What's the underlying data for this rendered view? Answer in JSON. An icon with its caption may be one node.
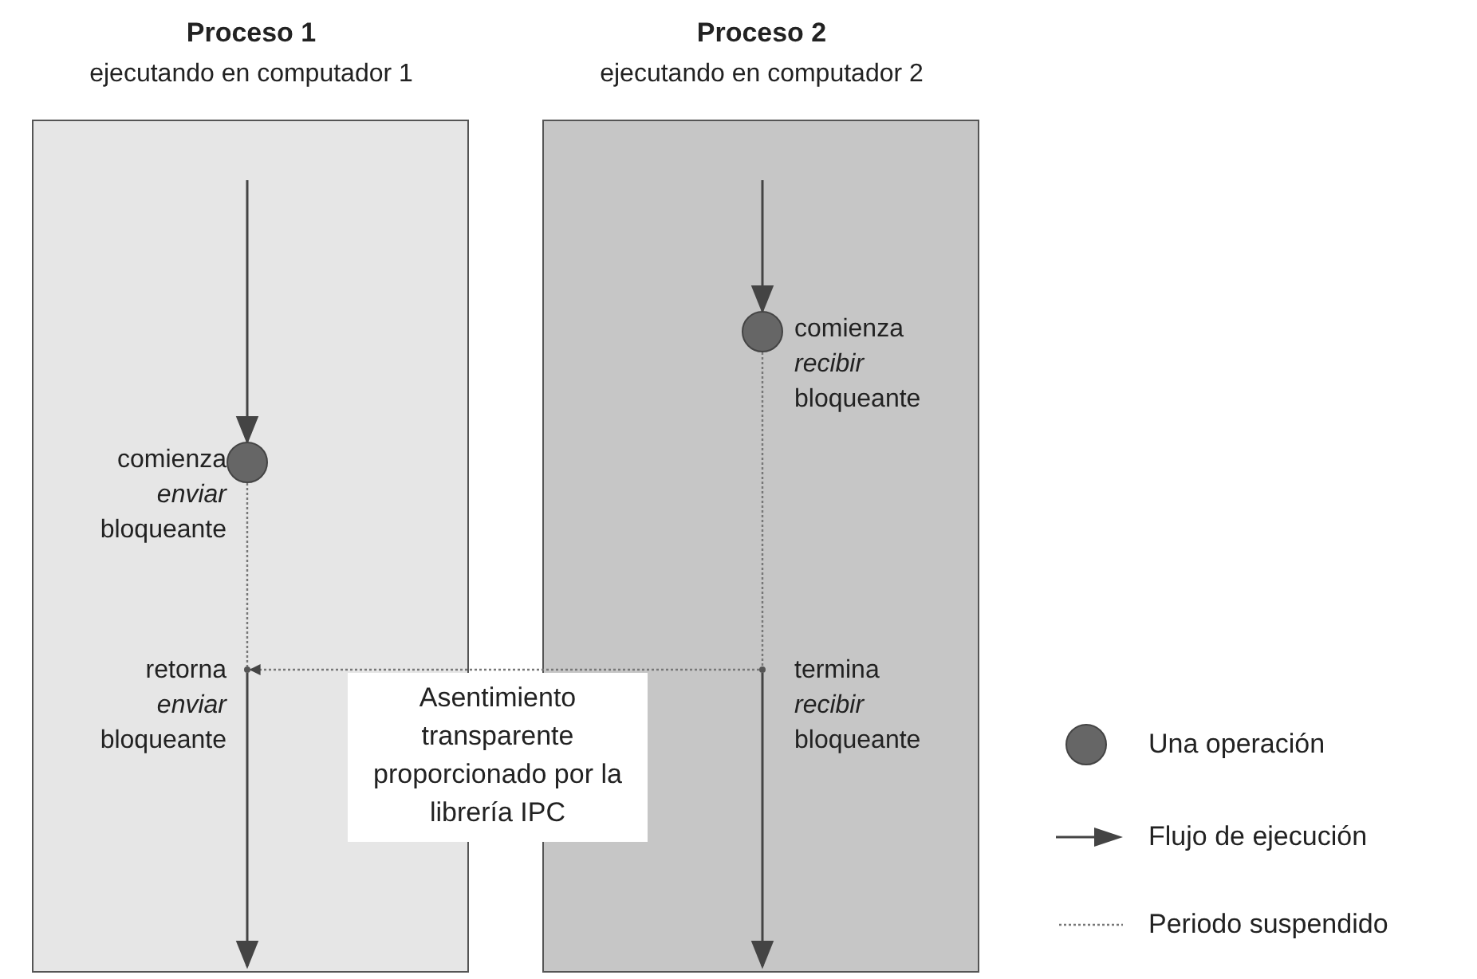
{
  "diagram": {
    "nodes": [
      {
        "text": [
          "Proceso 1",
          "ejecutando en computador 1"
        ]
      },
      {
        "text": [
          "Proceso 2",
          "ejecutando en computador 2"
        ]
      },
      {
        "text": [],
        "shape": "circle",
        "in": 0,
        "beside": [
          "comienza *enviar* bloqueante"
        ]
      },
      {
        "text": [],
        "shape": "circle",
        "in": 1,
        "beside": [
          "comienza *recibir* bloqueante"
        ]
      },
      {
        "text": [],
        "shape": "point",
        "in": 0,
        "beside": [
          "retorna *enviar* bloqueante"
        ]
      },
      {
        "text": [],
        "shape": "point",
        "in": 1,
        "beside": [
          "termina *recibir* bloqueante"
        ]
      },
      {
        "text": [
          "Asentimiento transparente proporcionado por la librería IPC"
        ]
      }
    ],
    "edges": [
      {
        "from": null,
        "to": 2,
        "arrow": "to"
      },
      {
        "from": 2,
        "to": 4,
        "arrow": "none",
        "style": "dashed"
      },
      {
        "from": 4,
        "to": null,
        "arrow": "to"
      },
      {
        "from": null,
        "to": 3,
        "arrow": "to"
      },
      {
        "from": 3,
        "to": 5,
        "arrow": "none",
        "style": "dashed"
      },
      {
        "from": 5,
        "to": null,
        "arrow": "to"
      },
      {
        "from": 5,
        "to": 4,
        "arrow": "to",
        "style": "dashed"
      }
    ],
    "legend": [
      {
        "text": "Una operación"
      },
      {
        "text": "Flujo de ejecución"
      },
      {
        "text": "Periodo suspendido"
      }
    ]
  }
}
